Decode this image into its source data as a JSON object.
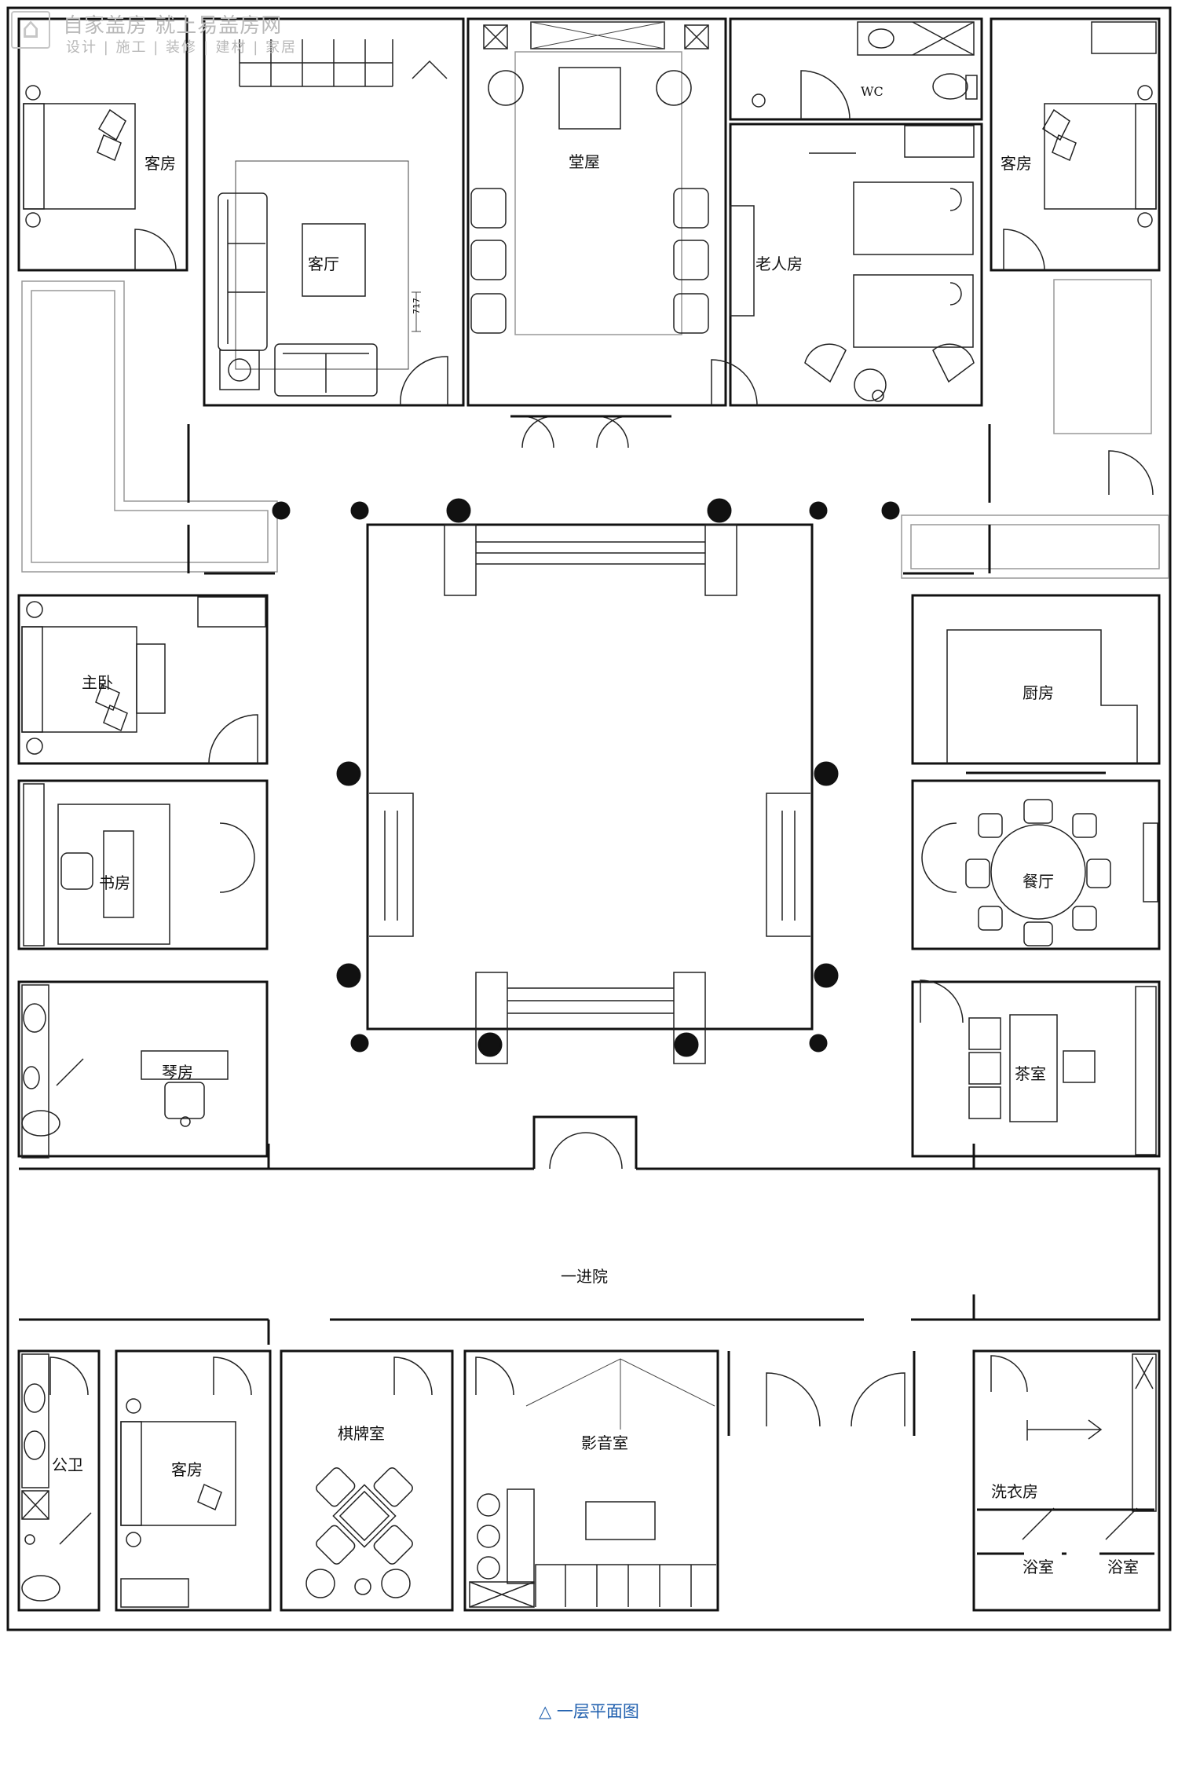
{
  "watermark": {
    "main": "自家盖房 就上易盖房网",
    "sub": "设计 | 施工 | 装修 | 建材 | 家居",
    "logo_icon": "house-logo-icon"
  },
  "rooms": {
    "guest_room_nw": "客房",
    "living_room": "客厅",
    "main_hall": "堂屋",
    "wc": "WC",
    "elder_room": "老人房",
    "guest_room_ne": "客房",
    "master_bedroom": "主卧",
    "study": "书房",
    "piano_room": "琴房",
    "kitchen": "厨房",
    "dining_room": "餐厅",
    "tea_room": "茶室",
    "first_courtyard": "一进院",
    "public_toilet": "公卫",
    "guest_room_sw": "客房",
    "mahjong_room": "棋牌室",
    "home_theater": "影音室",
    "laundry_room": "洗衣房",
    "bathroom_1": "浴室",
    "bathroom_2": "浴室"
  },
  "dimension_label": "717",
  "caption": "△ 一层平面图",
  "colors": {
    "line": "#111111",
    "caption": "#1f5fae",
    "watermark": "#b9b9b9"
  }
}
